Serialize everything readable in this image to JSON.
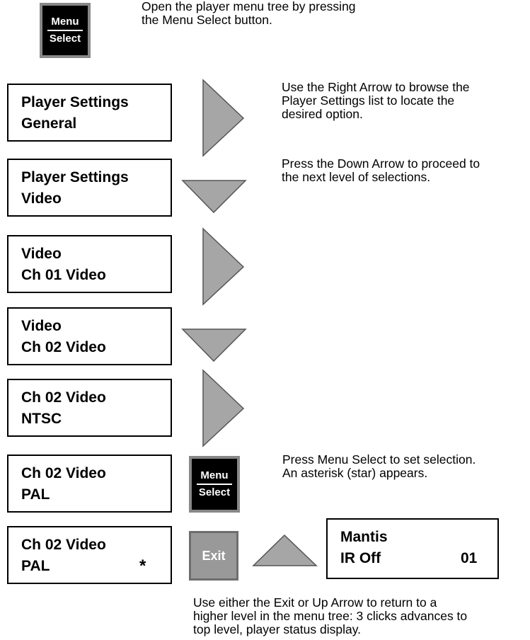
{
  "intro": {
    "text_lines": [
      "Open the player menu tree by pressing",
      "the Menu Select button."
    ]
  },
  "menu_button": {
    "line1": "Menu",
    "line2": "Select"
  },
  "exit_button": {
    "label": "Exit"
  },
  "displays": [
    {
      "line1": "Player Settings",
      "line2": "General"
    },
    {
      "line1": "Player Settings",
      "line2": "Video"
    },
    {
      "line1": "Video",
      "line2": "Ch 01 Video"
    },
    {
      "line1": "Video",
      "line2": "Ch 02 Video"
    },
    {
      "line1": "Ch 02 Video",
      "line2": "NTSC"
    },
    {
      "line1": "Ch 02 Video",
      "line2": "PAL"
    },
    {
      "line1": "Ch 02 Video",
      "line2": "PAL",
      "marker": "*"
    }
  ],
  "status_display": {
    "line1": "Mantis",
    "line2": "IR Off",
    "value": "01"
  },
  "arrows": [
    "right",
    "down",
    "right",
    "down",
    "right",
    "up"
  ],
  "notes": {
    "right_arrow": [
      "Use the Right Arrow to browse the",
      "Player Settings list to locate the",
      "desired option."
    ],
    "down_arrow": [
      "Press  the Down Arrow to proceed to",
      "the next level of selections."
    ],
    "menu_select": [
      "Press Menu Select to set selection.",
      "An asterisk (star) appears."
    ],
    "exit": [
      "Use either the Exit or Up Arrow to return to a",
      "higher level in the menu tree: 3 clicks advances to",
      "top level, player status display."
    ]
  },
  "colors": {
    "arrow_fill": "#a6a6a6",
    "arrow_stroke": "#555555",
    "button_bg": "#000000",
    "button_frame": "#888888"
  }
}
